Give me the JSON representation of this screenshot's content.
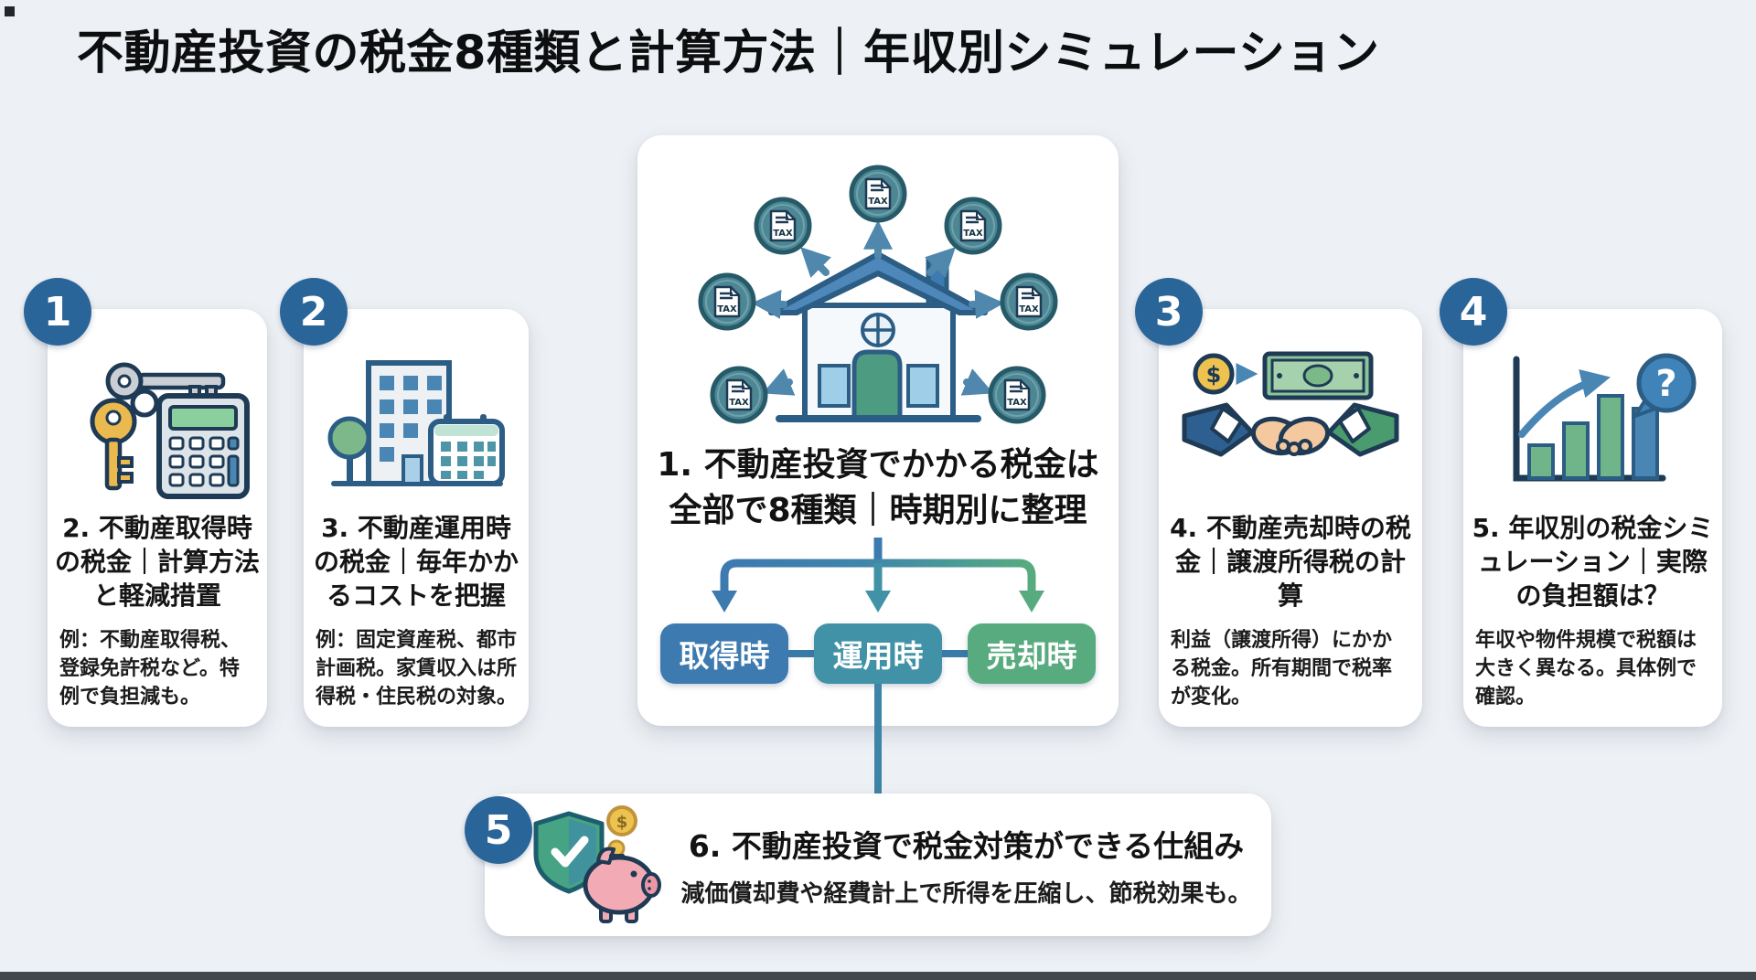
{
  "title": "不動産投資の税金8種類と計算方法｜年収別シミュレーション",
  "center_card": {
    "heading_line1": "1. 不動産投資でかかる税金は",
    "heading_line2": "全部で8種類｜時期別に整理",
    "buttons": [
      {
        "label": "取得時",
        "color": "#3d7ab0"
      },
      {
        "label": "運用時",
        "color": "#4192a6"
      },
      {
        "label": "売却時",
        "color": "#57ab7e"
      }
    ]
  },
  "icon_glyphs": {
    "tax": "TAX",
    "dollar": "$",
    "question": "?"
  },
  "cards": [
    {
      "number": "1",
      "icon": "keys-and-calculator",
      "heading": "2. 不動産取得時の税金｜計算方法と軽減措置",
      "example": "例：不動産取得税、登録免許税など。特例で負担減も。"
    },
    {
      "number": "2",
      "icon": "building-and-calendar",
      "heading": "3. 不動産運用時の税金｜毎年かかるコストを把握",
      "example": "例：固定資産税、都市計画税。家賃収入は所得税・住民税の対象。"
    },
    {
      "number": "3",
      "icon": "handshake-and-money",
      "heading": "4. 不動産売却時の税金｜譲渡所得税の計算",
      "example": "利益（譲渡所得）にかかる税金。所有期間で税率が変化。"
    },
    {
      "number": "4",
      "icon": "bar-chart-question",
      "heading": "5. 年収別の税金シミュレーション｜実際の負担額は？",
      "example": "年収や物件規模で税額は大きく異なる。具体例で確認。"
    }
  ],
  "bottom_card": {
    "number": "5",
    "icon": "shield-and-piggy-bank",
    "heading": "6. 不動産投資で税金対策ができる仕組み",
    "subtext": "減価償却費や経費計上で所得を圧縮し、節税効果も。"
  },
  "colors": {
    "background": "#edf0f4",
    "card": "#ffffff",
    "number_circle": "#2a659a",
    "button_acquisition": "#3d7ab0",
    "button_operation": "#4192a6",
    "button_sale": "#57ab7e",
    "arrow_blue": "#4f87ad",
    "tax_circle_teal": "#4d8794",
    "house_roof": "#4e87ba",
    "door_green": "#4d9b80"
  }
}
